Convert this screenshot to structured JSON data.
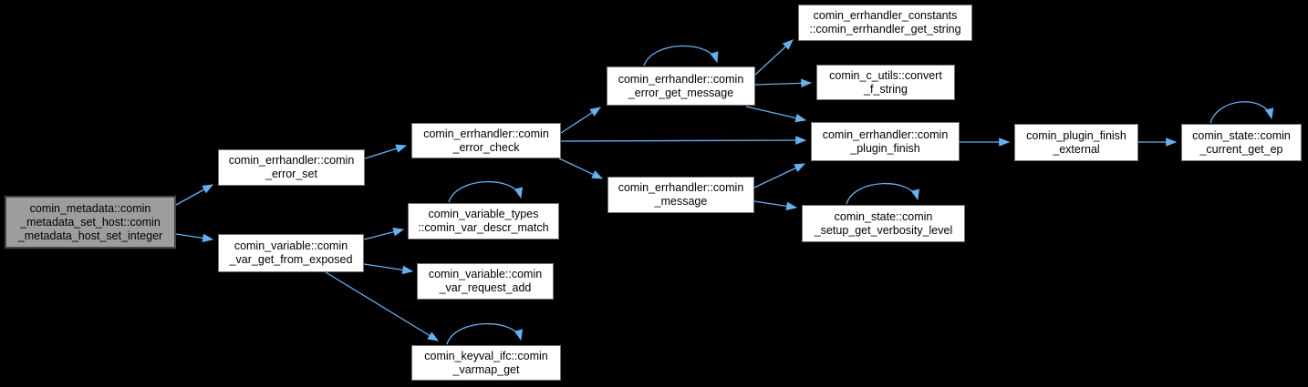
{
  "diagram_type": "call-graph",
  "colors": {
    "background": "#000000",
    "edge": "#63b1f0",
    "node_fill": "#ffffff",
    "node_border": "#737373",
    "highlight_fill": "#9d9d9d",
    "highlight_border": "#474747",
    "text": "#000000"
  },
  "nodes": [
    {
      "id": "metadata_host_set_integer",
      "highlighted": true,
      "label": "comin_metadata::comin_metadata_set_host::comin_metadata_host_set_integer",
      "lines": [
        "comin_metadata::comin",
        "_metadata_set_host::comin",
        "_metadata_host_set_integer"
      ]
    },
    {
      "id": "error_set",
      "highlighted": false,
      "label": "comin_errhandler::comin_error_set",
      "lines": [
        "comin_errhandler::comin",
        "_error_set"
      ]
    },
    {
      "id": "var_get_from_exposed",
      "highlighted": false,
      "label": "comin_variable::comin_var_get_from_exposed",
      "lines": [
        "comin_variable::comin",
        "_var_get_from_exposed"
      ]
    },
    {
      "id": "error_check",
      "highlighted": false,
      "label": "comin_errhandler::comin_error_check",
      "lines": [
        "comin_errhandler::comin",
        "_error_check"
      ]
    },
    {
      "id": "var_descr_match",
      "highlighted": false,
      "label": "comin_variable_types::comin_var_descr_match",
      "lines": [
        "comin_variable_types",
        "::comin_var_descr_match"
      ]
    },
    {
      "id": "var_request_add",
      "highlighted": false,
      "label": "comin_variable::comin_var_request_add",
      "lines": [
        "comin_variable::comin",
        "_var_request_add"
      ]
    },
    {
      "id": "varmap_get",
      "highlighted": false,
      "label": "comin_keyval_ifc::comin_varmap_get",
      "lines": [
        "comin_keyval_ifc::comin",
        "_varmap_get"
      ]
    },
    {
      "id": "error_get_message",
      "highlighted": false,
      "label": "comin_errhandler::comin_error_get_message",
      "lines": [
        "comin_errhandler::comin",
        "_error_get_message"
      ]
    },
    {
      "id": "message",
      "highlighted": false,
      "label": "comin_errhandler::comin_message",
      "lines": [
        "comin_errhandler::comin",
        "_message"
      ]
    },
    {
      "id": "errhandler_get_string",
      "highlighted": false,
      "label": "comin_errhandler_constants::comin_errhandler_get_string",
      "lines": [
        "comin_errhandler_constants",
        "::comin_errhandler_get_string"
      ]
    },
    {
      "id": "convert_f_string",
      "highlighted": false,
      "label": "comin_c_utils::convert_f_string",
      "lines": [
        "comin_c_utils::convert",
        "_f_string"
      ]
    },
    {
      "id": "plugin_finish",
      "highlighted": false,
      "label": "comin_errhandler::comin_plugin_finish",
      "lines": [
        "comin_errhandler::comin",
        "_plugin_finish"
      ]
    },
    {
      "id": "setup_get_verbosity_level",
      "highlighted": false,
      "label": "comin_state::comin_setup_get_verbosity_level",
      "lines": [
        "comin_state::comin",
        "_setup_get_verbosity_level"
      ]
    },
    {
      "id": "plugin_finish_external",
      "highlighted": false,
      "label": "comin_plugin_finish_external",
      "lines": [
        "comin_plugin_finish",
        "_external"
      ]
    },
    {
      "id": "current_get_ep",
      "highlighted": false,
      "label": "comin_state::comin_current_get_ep",
      "lines": [
        "comin_state::comin",
        "_current_get_ep"
      ]
    }
  ],
  "edges": [
    {
      "from": "metadata_host_set_integer",
      "to": "error_set",
      "self_loop": false
    },
    {
      "from": "metadata_host_set_integer",
      "to": "var_get_from_exposed",
      "self_loop": false
    },
    {
      "from": "error_set",
      "to": "error_check",
      "self_loop": false
    },
    {
      "from": "var_get_from_exposed",
      "to": "var_descr_match",
      "self_loop": false
    },
    {
      "from": "var_get_from_exposed",
      "to": "var_request_add",
      "self_loop": false
    },
    {
      "from": "var_get_from_exposed",
      "to": "varmap_get",
      "self_loop": false
    },
    {
      "from": "var_descr_match",
      "to": "var_descr_match",
      "self_loop": true
    },
    {
      "from": "varmap_get",
      "to": "varmap_get",
      "self_loop": true
    },
    {
      "from": "error_check",
      "to": "error_get_message",
      "self_loop": false
    },
    {
      "from": "error_check",
      "to": "plugin_finish",
      "self_loop": false
    },
    {
      "from": "error_check",
      "to": "message",
      "self_loop": false
    },
    {
      "from": "error_get_message",
      "to": "error_get_message",
      "self_loop": true
    },
    {
      "from": "error_get_message",
      "to": "errhandler_get_string",
      "self_loop": false
    },
    {
      "from": "error_get_message",
      "to": "convert_f_string",
      "self_loop": false
    },
    {
      "from": "error_get_message",
      "to": "plugin_finish",
      "self_loop": false
    },
    {
      "from": "message",
      "to": "plugin_finish",
      "self_loop": false
    },
    {
      "from": "message",
      "to": "setup_get_verbosity_level",
      "self_loop": false
    },
    {
      "from": "setup_get_verbosity_level",
      "to": "setup_get_verbosity_level",
      "self_loop": true
    },
    {
      "from": "plugin_finish",
      "to": "plugin_finish_external",
      "self_loop": false
    },
    {
      "from": "plugin_finish_external",
      "to": "current_get_ep",
      "self_loop": false
    },
    {
      "from": "current_get_ep",
      "to": "current_get_ep",
      "self_loop": true
    }
  ]
}
